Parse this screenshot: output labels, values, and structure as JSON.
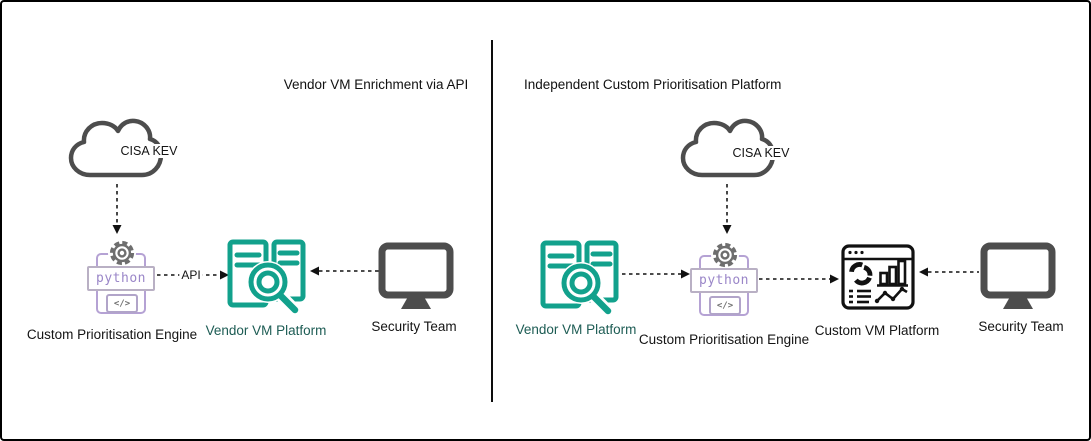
{
  "diagram": {
    "left": {
      "title": "Vendor VM Enrichment via API",
      "cloud_label": "CISA KEV",
      "engine_label": "Custom Prioritisation Engine",
      "python_text": "python",
      "code_glyph": "</>",
      "api_label": "API",
      "platform_label": "Vendor VM Platform",
      "team_label": "Security Team"
    },
    "right": {
      "title": "Independent Custom Prioritisation Platform",
      "cloud_label": "CISA KEV",
      "vendor_platform_label": "Vendor VM Platform",
      "engine_label": "Custom Prioritisation Engine",
      "python_text": "python",
      "code_glyph": "</>",
      "custom_platform_label": "Custom VM Platform",
      "team_label": "Security Team"
    },
    "colors": {
      "teal": "#12A18C",
      "teal_label": "#1D5C54",
      "purple_outline": "#B5A2D4",
      "purple_text": "#9A86C8",
      "icon_gray": "#4D4D4D",
      "gear_gray": "#6E6E6E",
      "black": "#111111"
    },
    "icons": {
      "cloud-icon": "cloud outline",
      "gear-icon": "gear",
      "code-icon": "</> code tag",
      "python-engine-icon": "python logo plugin box",
      "document-search-icon": "documents with magnifying glass",
      "dashboard-icon": "browser window with pie, bar and line charts",
      "monitor-icon": "desktop monitor",
      "arrow-icon": "dashed arrow"
    }
  }
}
